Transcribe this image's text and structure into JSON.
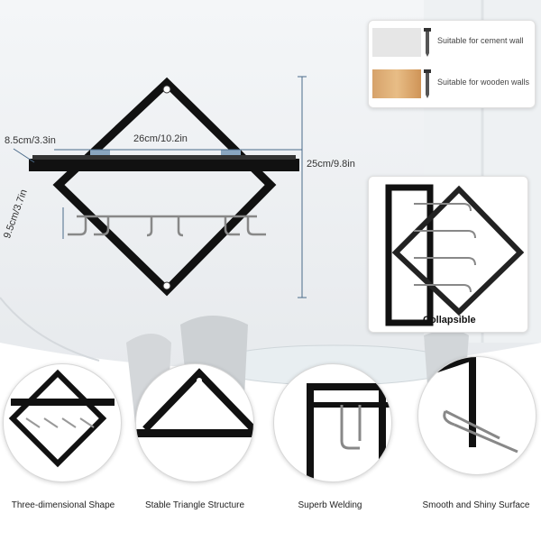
{
  "dimensions": {
    "depth": "8.5cm/3.3in",
    "width": "26cm/10.2in",
    "height": "25cm/9.8in",
    "hook_depth": "9.5cm/3.7in"
  },
  "mounting": [
    {
      "label": "Suitable for cement wall",
      "icon": "screw-icon"
    },
    {
      "label": "Suitable for wooden walls",
      "icon": "screw-icon"
    }
  ],
  "collapsible_label": "Collapsible",
  "features": [
    {
      "caption": "Three-dimensional Shape"
    },
    {
      "caption": "Stable Triangle Structure"
    },
    {
      "caption": "Superb Welding"
    },
    {
      "caption": "Smooth and Shiny Surface"
    }
  ]
}
